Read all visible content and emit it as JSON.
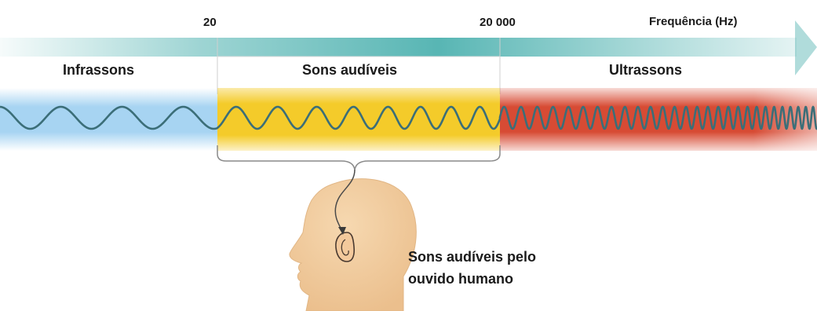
{
  "axis": {
    "title": "Frequência (Hz)",
    "ticks": [
      "20",
      "20 000"
    ]
  },
  "regions": [
    {
      "label": "Infrassons",
      "color": "#a7d4f2"
    },
    {
      "label": "Sons audíveis",
      "color": "#f4cb2a"
    },
    {
      "label": "Ultrassons",
      "color": "#d74b34"
    }
  ],
  "caption": {
    "line1": "Sons audíveis pelo",
    "line2": "ouvido humano"
  },
  "colors": {
    "arrow": "#4fb2b0",
    "wave": "#3b6e78",
    "skin": "#f1cb9d",
    "bracket": "#8a8a8a"
  }
}
